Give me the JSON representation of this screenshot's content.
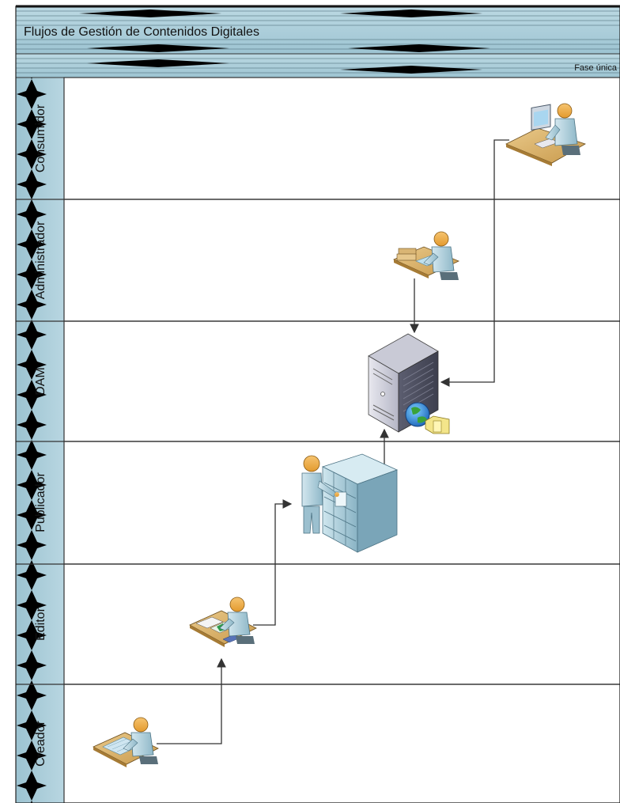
{
  "title": "Flujos de Gestión de Contenidos Digitales",
  "phase": "Fase única",
  "lanes": [
    {
      "id": "consumidor",
      "label": "Consumidor"
    },
    {
      "id": "administrador",
      "label": "Administrador"
    },
    {
      "id": "dam",
      "label": "DAM"
    },
    {
      "id": "publicador",
      "label": "Publicador"
    },
    {
      "id": "editor",
      "label": "Editor"
    },
    {
      "id": "creador",
      "label": "Creador"
    }
  ],
  "icons": {
    "consumidor": "user-at-computer-icon",
    "administrador": "worker-at-desk-icon",
    "dam": "web-server-icon",
    "publicador": "person-at-storage-cabinets-icon",
    "editor": "editor-at-desk-icon",
    "creador": "creator-at-desk-icon"
  },
  "colors": {
    "header_fill": "#a9cdd9",
    "lane_border": "#333333",
    "connector": "#333333"
  }
}
